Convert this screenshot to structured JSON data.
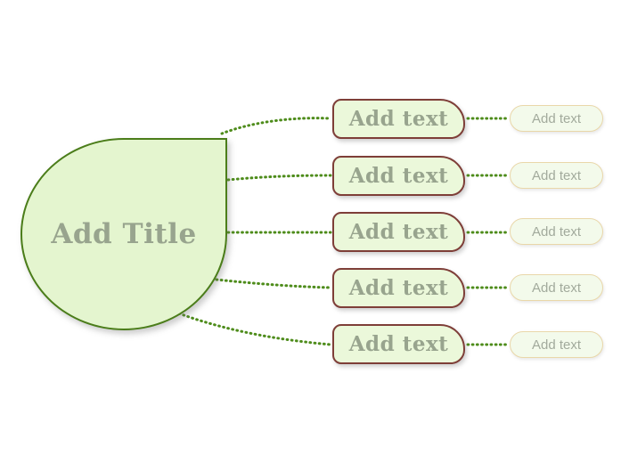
{
  "diagram": {
    "type": "mindmap-template",
    "root": {
      "label": "Add Title"
    },
    "branches": [
      {
        "label": "Add text",
        "child": {
          "label": "Add text"
        }
      },
      {
        "label": "Add text",
        "child": {
          "label": "Add text"
        }
      },
      {
        "label": "Add text",
        "child": {
          "label": "Add text"
        }
      },
      {
        "label": "Add text",
        "child": {
          "label": "Add text"
        }
      },
      {
        "label": "Add text",
        "child": {
          "label": "Add text"
        }
      }
    ]
  },
  "colors": {
    "background": "#ffffff",
    "root_fill": "#e4f5cf",
    "root_border": "#4b7d1a",
    "branch_fill": "#ebf8da",
    "branch_border": "#7e3e38",
    "child_fill": "#f3faeb",
    "child_border": "#e9d7a9",
    "connector": "#4e8c1b",
    "node_text": "#98a48e",
    "child_text": "#a2aa9c"
  }
}
